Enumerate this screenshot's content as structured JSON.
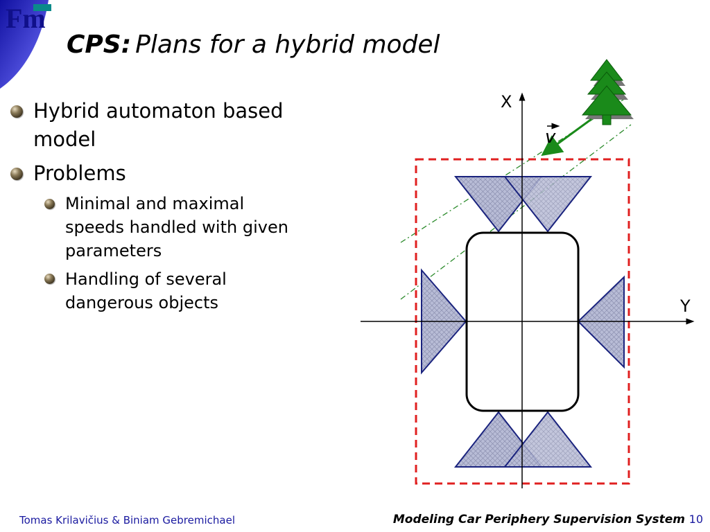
{
  "logo": {
    "text": "Fm"
  },
  "title": {
    "bold": "CPS:",
    "rest": "Plans for a hybrid model"
  },
  "bullets": {
    "b1": {
      "line1": "Hybrid automaton based",
      "line2": "model"
    },
    "b2": {
      "text": "Problems"
    },
    "b2a": {
      "line1": "Minimal and maximal",
      "line2": "speeds handled with given",
      "line3": "parameters"
    },
    "b2b": {
      "line1": "Handling of several",
      "line2": "dangerous objects"
    }
  },
  "diagram": {
    "x_label": "X",
    "y_label": "Y",
    "v_label": "v",
    "colors": {
      "triangle_fill": "#b8bcd6",
      "triangle_stroke": "#1a237e",
      "zone_border": "#e02020",
      "tree": "#1a8a1a",
      "guide_lines": "#2a8a2a"
    }
  },
  "footer": {
    "authors": "Tomas Krilavičius & Biniam Gebremichael",
    "system": "Modeling Car Periphery Supervision System",
    "page": "10"
  }
}
